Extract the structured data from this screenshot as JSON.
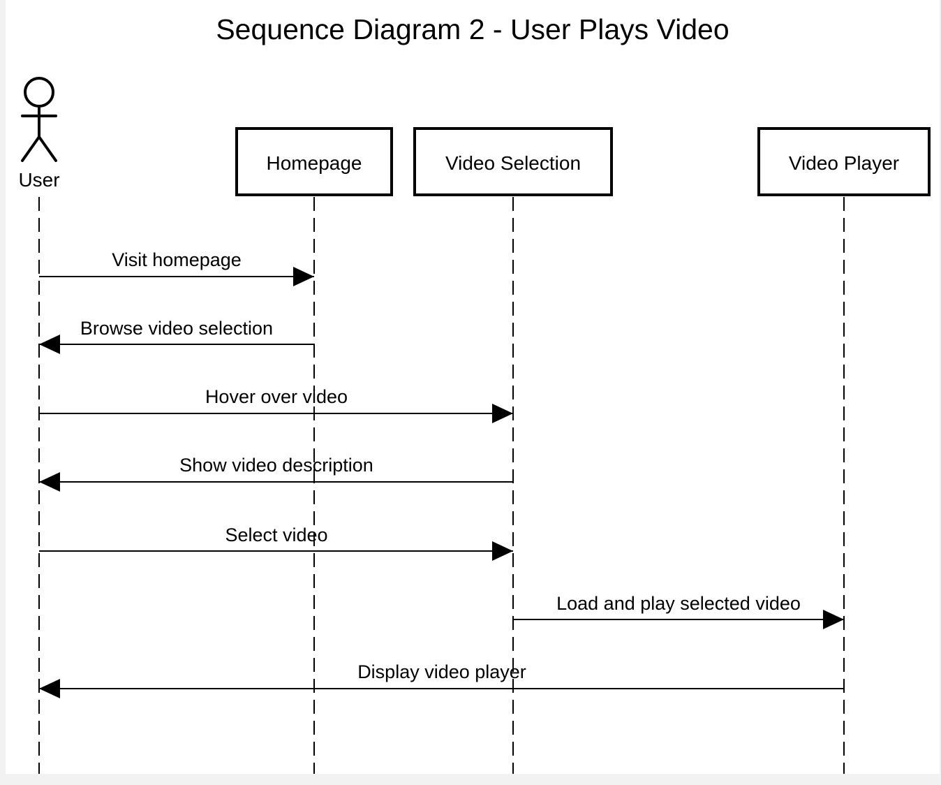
{
  "diagram": {
    "title": "Sequence Diagram 2 - User Plays Video",
    "actor": {
      "label": "User"
    },
    "participants": [
      {
        "label": "Homepage"
      },
      {
        "label": "Video Selection"
      },
      {
        "label": "Video Player"
      }
    ],
    "messages": [
      {
        "label": "Visit homepage",
        "from": "User",
        "to": "Homepage"
      },
      {
        "label": "Browse video selection",
        "from": "Homepage",
        "to": "User"
      },
      {
        "label": "Hover over video",
        "from": "User",
        "to": "Video Selection"
      },
      {
        "label": "Show video description",
        "from": "Video Selection",
        "to": "User"
      },
      {
        "label": "Select video",
        "from": "User",
        "to": "Video Selection"
      },
      {
        "label": "Load and play selected video",
        "from": "Video Selection",
        "to": "Video Player"
      },
      {
        "label": "Display video player",
        "from": "Video Player",
        "to": "User"
      }
    ]
  }
}
